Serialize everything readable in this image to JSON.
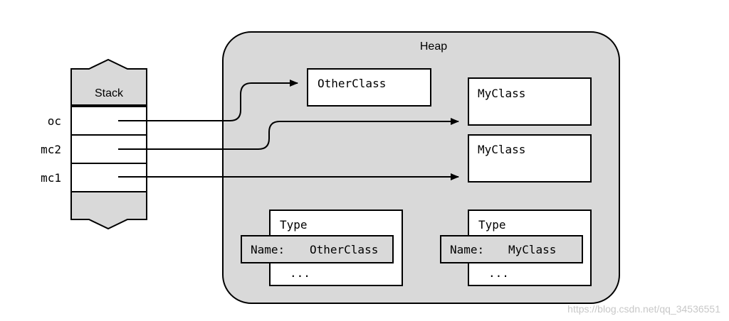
{
  "heap": {
    "title": "Heap"
  },
  "stack": {
    "title": "Stack",
    "vars": [
      "oc",
      "mc2",
      "mc1"
    ]
  },
  "objects": {
    "other_class": "OtherClass",
    "my_class_1": "MyClass",
    "my_class_2": "MyClass"
  },
  "type_boxes": [
    {
      "title": "Type",
      "name_label": "Name:",
      "name_value": "OtherClass",
      "ellipsis": "..."
    },
    {
      "title": "Type",
      "name_label": "Name:",
      "name_value": "MyClass",
      "ellipsis": "..."
    }
  ],
  "watermark": "https://blog.csdn.net/qq_34536551",
  "colors": {
    "heap_fill": "#d9d9d9",
    "stack_fill": "#d9d9d9",
    "box_fill": "#ffffff",
    "stroke": "#000000"
  }
}
